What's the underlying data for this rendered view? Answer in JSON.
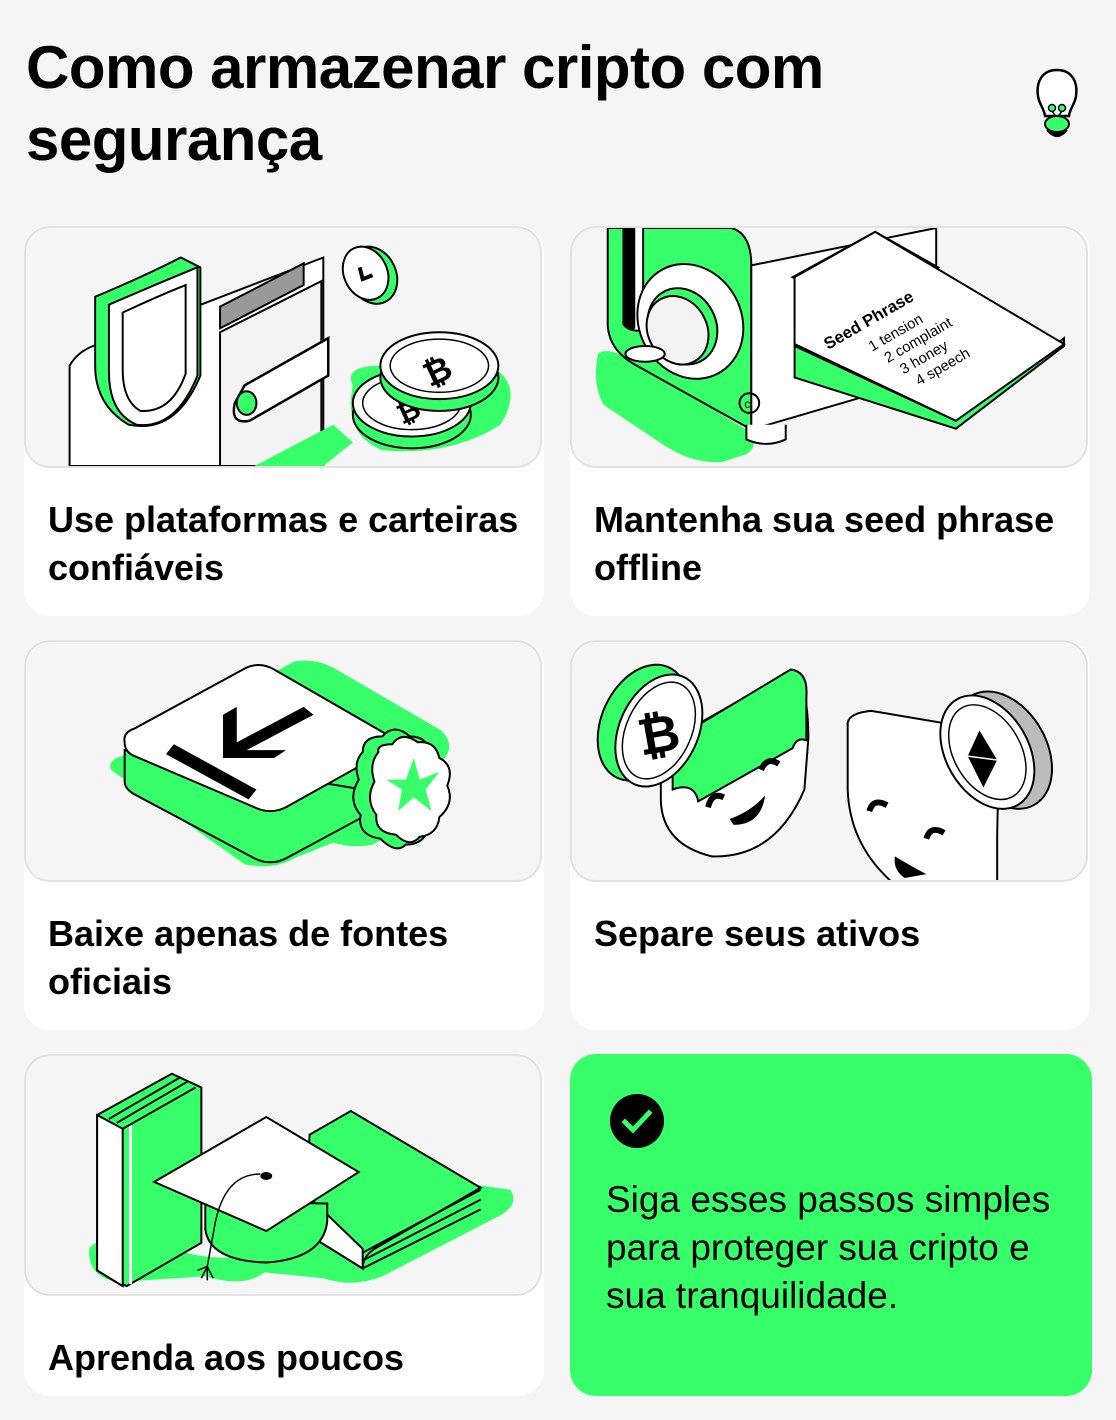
{
  "header": {
    "title": "Como armazenar cripto com segurança",
    "icon": "lightbulb-icon"
  },
  "colors": {
    "accent": "#36ff6a",
    "background": "#f5f5f5",
    "card": "#ffffff",
    "text": "#000000"
  },
  "cards": [
    {
      "label": "Use plataformas e carteiras confiáveis",
      "illustration": "wallet-shield-coins"
    },
    {
      "label": "Mantenha sua seed phrase offline",
      "illustration": "safe-seed-phrase"
    },
    {
      "label": "Baixe apenas de fontes oficiais",
      "illustration": "download-badge"
    },
    {
      "label": "Separe seus ativos",
      "illustration": "faces-btc-eth"
    },
    {
      "label": "Aprenda aos poucos",
      "illustration": "books-graduation-cap"
    }
  ],
  "seed_phrase": {
    "title": "Seed Phrase",
    "words": [
      "1 tension",
      "2 complaint",
      "3 honey",
      "4 speech"
    ]
  },
  "summary": {
    "icon": "check-circle-icon",
    "text": "Siga esses passos simples para proteger sua cripto e sua tranquilidade."
  }
}
